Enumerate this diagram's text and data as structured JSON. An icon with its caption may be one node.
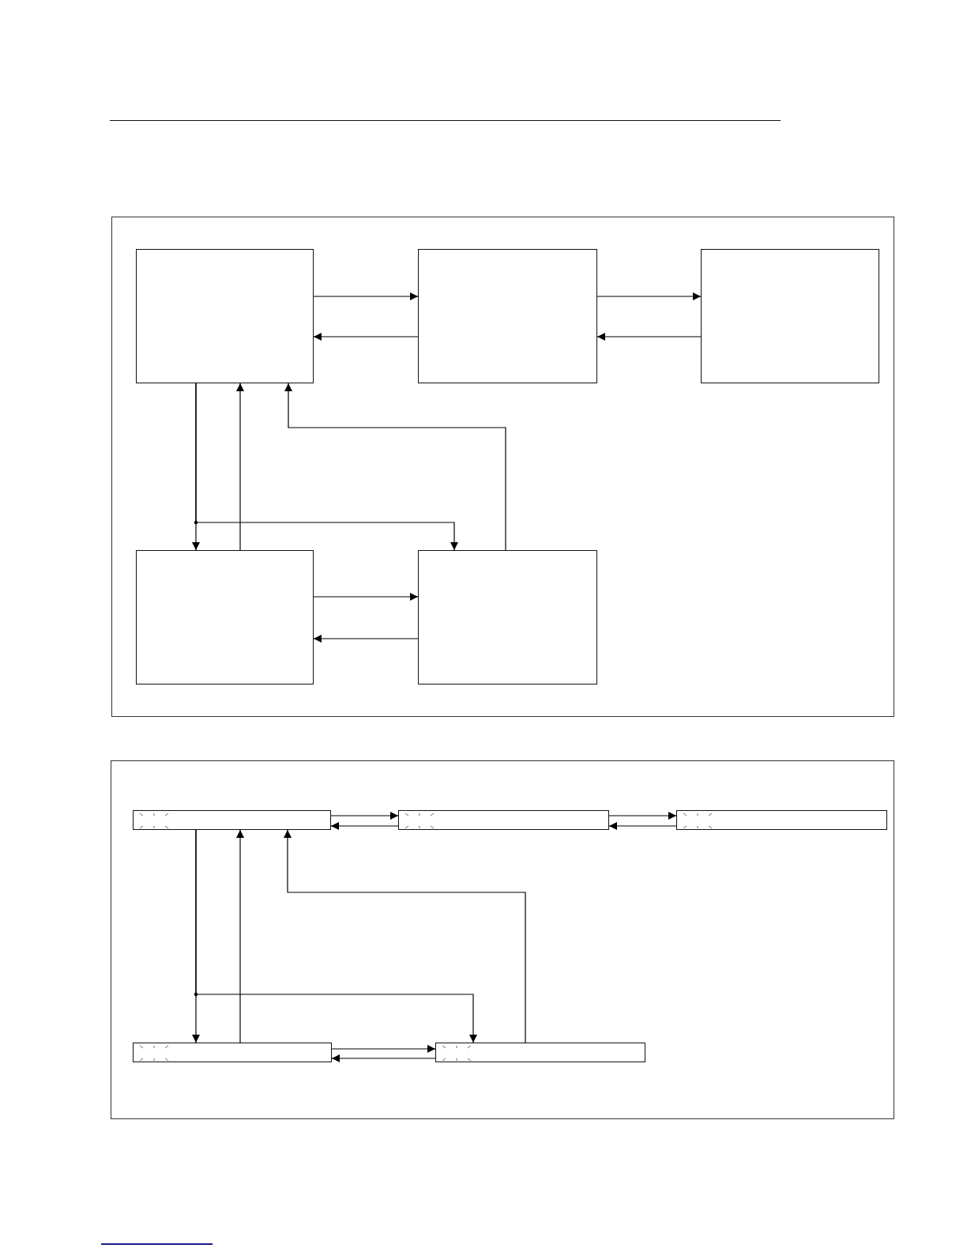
{
  "diagram": {
    "nodes": [
      {
        "text": [],
        "shape": "box"
      },
      {
        "text": [],
        "shape": "box",
        "in": 0
      },
      {
        "text": [],
        "shape": "box",
        "in": 0
      },
      {
        "text": [],
        "shape": "box",
        "in": 0
      },
      {
        "text": [],
        "shape": "box",
        "in": 0
      },
      {
        "text": [],
        "shape": "box",
        "in": 0
      },
      {
        "text": [],
        "shape": "box"
      },
      {
        "text": [],
        "shape": "bar",
        "in": 6
      },
      {
        "text": [],
        "shape": "bar",
        "in": 6
      },
      {
        "text": [],
        "shape": "bar",
        "in": 6
      },
      {
        "text": [],
        "shape": "bar",
        "in": 6
      },
      {
        "text": [],
        "shape": "bar",
        "in": 6
      }
    ],
    "edges": [
      {
        "from": 1,
        "to": 2,
        "arrow": "to"
      },
      {
        "from": 2,
        "to": 1,
        "arrow": "to"
      },
      {
        "from": 2,
        "to": 3,
        "arrow": "to"
      },
      {
        "from": 3,
        "to": 2,
        "arrow": "to"
      },
      {
        "from": 1,
        "to": 4,
        "arrow": "to"
      },
      {
        "from": 1,
        "to": 5,
        "arrow": "to"
      },
      {
        "from": 4,
        "to": 1,
        "arrow": "to"
      },
      {
        "from": 5,
        "to": 1,
        "arrow": "to"
      },
      {
        "from": 4,
        "to": 5,
        "arrow": "to"
      },
      {
        "from": 5,
        "to": 4,
        "arrow": "to"
      },
      {
        "from": 7,
        "to": 8,
        "arrow": "to"
      },
      {
        "from": 8,
        "to": 7,
        "arrow": "to"
      },
      {
        "from": 8,
        "to": 9,
        "arrow": "to"
      },
      {
        "from": 9,
        "to": 8,
        "arrow": "to"
      },
      {
        "from": 7,
        "to": 10,
        "arrow": "to"
      },
      {
        "from": 7,
        "to": 11,
        "arrow": "to"
      },
      {
        "from": 10,
        "to": 7,
        "arrow": "to"
      },
      {
        "from": 11,
        "to": 7,
        "arrow": "to"
      },
      {
        "from": 10,
        "to": 11,
        "arrow": "to"
      },
      {
        "from": 11,
        "to": 10,
        "arrow": "to"
      }
    ]
  }
}
